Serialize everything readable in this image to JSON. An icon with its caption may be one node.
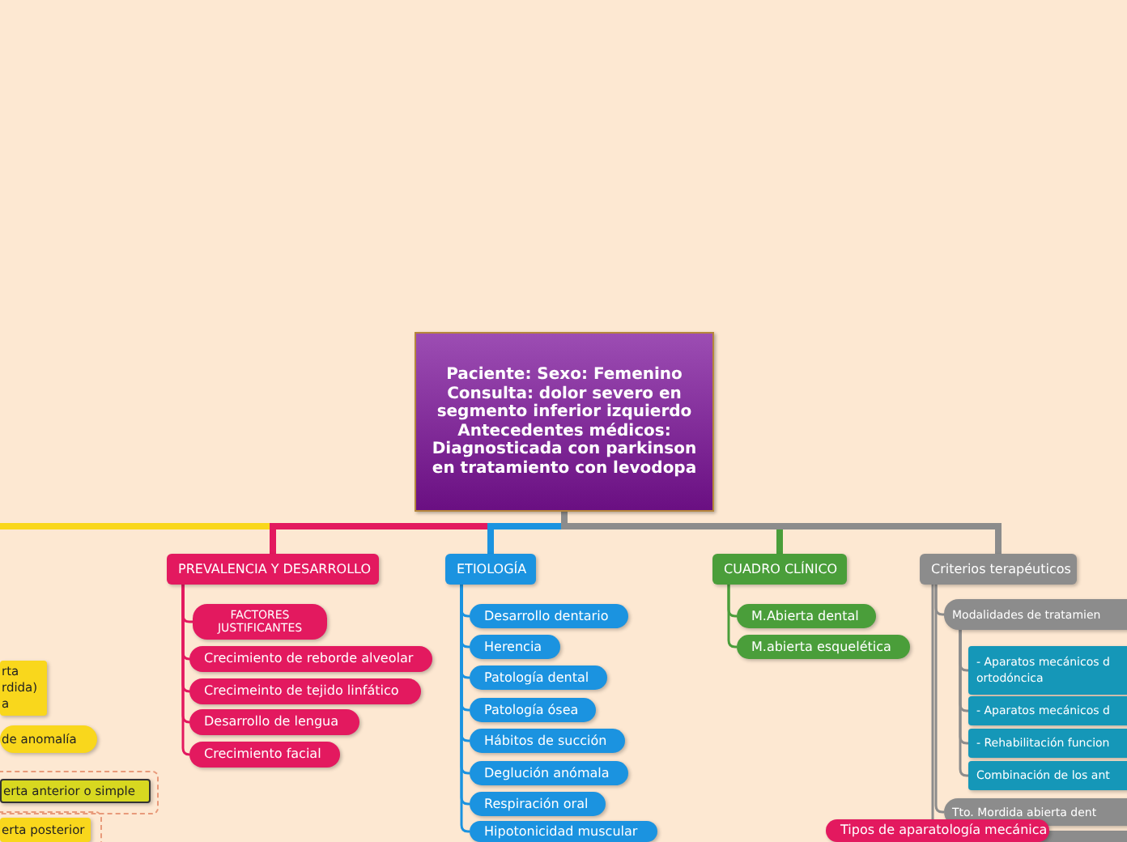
{
  "diagram": {
    "nodes": [
      {
        "text": [
          "Paciente: Sexo: Femenino Consulta: dolor severo en segmento inferior izquierdo Antecedentes médicos: Diagnosticada con parkinson en tratamiento con levodopa"
        ]
      },
      {
        "text": [
          "PREVALENCIA Y DESARROLLO"
        ]
      },
      {
        "text": [
          "FACTORES JUSTIFICANTES"
        ]
      },
      {
        "text": [
          "Crecimiento de reborde alveolar"
        ]
      },
      {
        "text": [
          "Crecimeinto de tejido linfático"
        ]
      },
      {
        "text": [
          "Desarrollo de lengua"
        ]
      },
      {
        "text": [
          "Crecimiento facial"
        ]
      },
      {
        "text": [
          "ETIOLOGÍA"
        ]
      },
      {
        "text": [
          "Desarrollo dentario"
        ]
      },
      {
        "text": [
          "Herencia"
        ]
      },
      {
        "text": [
          "Patología dental"
        ]
      },
      {
        "text": [
          "Patología ósea"
        ]
      },
      {
        "text": [
          "Hábitos de succión"
        ]
      },
      {
        "text": [
          "Deglución anómala"
        ]
      },
      {
        "text": [
          "Respiración oral"
        ]
      },
      {
        "text": [
          "Hipotonicidad muscular"
        ]
      },
      {
        "text": [
          "CUADRO CLÍNICO"
        ]
      },
      {
        "text": [
          "M.Abierta dental"
        ]
      },
      {
        "text": [
          "M.abierta esquelética"
        ]
      },
      {
        "text": [
          "Criterios terapéuticos"
        ]
      },
      {
        "text": [
          "Modalidades de tratamien"
        ]
      },
      {
        "text": [
          "- Aparatos mecánicos d ortodóncica"
        ]
      },
      {
        "text": [
          "- Aparatos mecánicos d"
        ]
      },
      {
        "text": [
          "- Rehabilitación funcion"
        ]
      },
      {
        "text": [
          "Combinación de los ant"
        ]
      },
      {
        "text": [
          "Tto. Mordida abierta dent"
        ]
      },
      {
        "text": [
          "Tipos de aparatología mecánica"
        ]
      },
      {
        "text": [
          "rta rdida) a"
        ]
      },
      {
        "text": [
          "de anomalía"
        ]
      },
      {
        "text": [
          "erta anterior o simple"
        ]
      },
      {
        "text": [
          "erta posterior"
        ]
      }
    ],
    "edges": [
      {
        "from": 0,
        "to": null,
        "arrow": "none",
        "style": "thick",
        "color": "#f9d71c"
      },
      {
        "from": 0,
        "to": 1,
        "arrow": "none",
        "style": "thick",
        "color": "#e3195f"
      },
      {
        "from": 0,
        "to": 7,
        "arrow": "none",
        "style": "thick",
        "color": "#1b93e0"
      },
      {
        "from": 0,
        "to": 16,
        "arrow": "none",
        "style": "thick",
        "color": "#4a9e3a"
      },
      {
        "from": 0,
        "to": 19,
        "arrow": "none",
        "style": "thick",
        "color": "#8c8c8c"
      },
      {
        "from": 1,
        "to": 2,
        "arrow": "none",
        "color": "#e3195f"
      },
      {
        "from": 1,
        "to": 3,
        "arrow": "none",
        "color": "#e3195f"
      },
      {
        "from": 1,
        "to": 4,
        "arrow": "none",
        "color": "#e3195f"
      },
      {
        "from": 1,
        "to": 5,
        "arrow": "none",
        "color": "#e3195f"
      },
      {
        "from": 1,
        "to": 6,
        "arrow": "none",
        "color": "#e3195f"
      },
      {
        "from": 7,
        "to": 8,
        "arrow": "none",
        "color": "#1b93e0"
      },
      {
        "from": 7,
        "to": 9,
        "arrow": "none",
        "color": "#1b93e0"
      },
      {
        "from": 7,
        "to": 10,
        "arrow": "none",
        "color": "#1b93e0"
      },
      {
        "from": 7,
        "to": 11,
        "arrow": "none",
        "color": "#1b93e0"
      },
      {
        "from": 7,
        "to": 12,
        "arrow": "none",
        "color": "#1b93e0"
      },
      {
        "from": 7,
        "to": 13,
        "arrow": "none",
        "color": "#1b93e0"
      },
      {
        "from": 7,
        "to": 14,
        "arrow": "none",
        "color": "#1b93e0"
      },
      {
        "from": 7,
        "to": 15,
        "arrow": "none",
        "color": "#1b93e0"
      },
      {
        "from": 16,
        "to": 17,
        "arrow": "none",
        "color": "#4a9e3a"
      },
      {
        "from": 16,
        "to": 18,
        "arrow": "none",
        "color": "#4a9e3a"
      },
      {
        "from": 19,
        "to": 20,
        "arrow": "none",
        "color": "#8c8c8c"
      },
      {
        "from": 20,
        "to": 21,
        "arrow": "none",
        "color": "#8c8c8c"
      },
      {
        "from": 20,
        "to": 22,
        "arrow": "none",
        "color": "#8c8c8c"
      },
      {
        "from": 20,
        "to": 23,
        "arrow": "none",
        "color": "#8c8c8c"
      },
      {
        "from": 20,
        "to": 24,
        "arrow": "none",
        "color": "#8c8c8c"
      },
      {
        "from": 19,
        "to": 25,
        "arrow": "none",
        "color": "#8c8c8c"
      },
      {
        "from": 19,
        "to": 26,
        "arrow": "none",
        "color": "#8c8c8c"
      }
    ]
  }
}
